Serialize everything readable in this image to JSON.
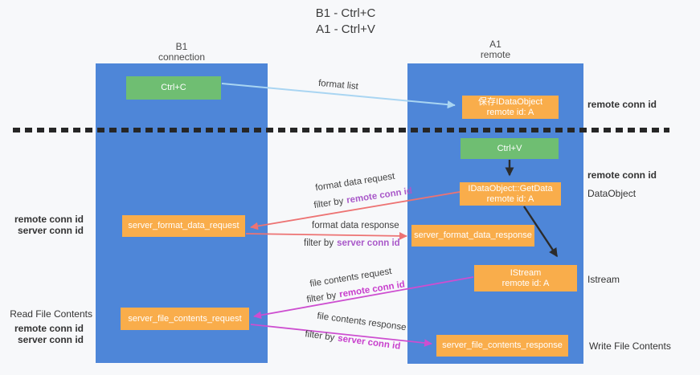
{
  "title": {
    "line1": "B1 - Ctrl+C",
    "line2": "A1 - Ctrl+V"
  },
  "lanes": {
    "left": {
      "name": "B1",
      "role": "connection"
    },
    "right": {
      "name": "A1",
      "role": "remote"
    }
  },
  "nodes": {
    "ctrl_c": {
      "label": "Ctrl+C"
    },
    "save_dataobject": {
      "line1": "保存IDataObject",
      "line2": "remote id: A"
    },
    "ctrl_v": {
      "label": "Ctrl+V"
    },
    "getdata": {
      "line1": "IDataObject::GetData",
      "line2": "remote id: A"
    },
    "format_request": {
      "label": "server_format_data_request"
    },
    "format_response": {
      "label": "server_format_data_response"
    },
    "istream": {
      "line1": "IStream",
      "line2": "remote id: A"
    },
    "file_request": {
      "label": "server_file_contents_request"
    },
    "file_response": {
      "label": "server_file_contents_response"
    }
  },
  "arrows": [
    {
      "label": "format list"
    },
    {
      "label": "format data request",
      "filter_prefix": "filter by",
      "filter_key": "remote conn id"
    },
    {
      "label": "format data response",
      "filter_prefix": "filter by",
      "filter_key": "server conn id"
    },
    {
      "label": "file contents request",
      "filter_prefix": "filter by",
      "filter_key": "remote conn id"
    },
    {
      "label": "file contents response",
      "filter_prefix": "filter by",
      "filter_key": "server conn id"
    }
  ],
  "side_labels": {
    "right_remote_conn_top": "remote conn id",
    "right_remote_conn_mid": "remote conn id",
    "dataobject": "DataObject",
    "istream": "Istream",
    "write_file_contents": "Write File Contents",
    "left_remote_conn_top": "remote conn id",
    "left_server_conn_top": "server conn id",
    "read_file_contents": "Read File Contents",
    "left_remote_conn_bottom": "remote conn id",
    "left_server_conn_bottom": "server conn id"
  },
  "colors": {
    "lane_blue": "#4e86d8",
    "node_orange": "#f9ad4b",
    "node_green": "#6fbe72",
    "arrow_blue": "#a9d5f2",
    "arrow_red": "#ed7373",
    "arrow_magenta": "#cd4ed0",
    "arrow_black": "#2b2b2b",
    "conn_purple": "#a959c9",
    "conn_green": "#5fbd68",
    "conn_magenta": "#c83fcd"
  }
}
